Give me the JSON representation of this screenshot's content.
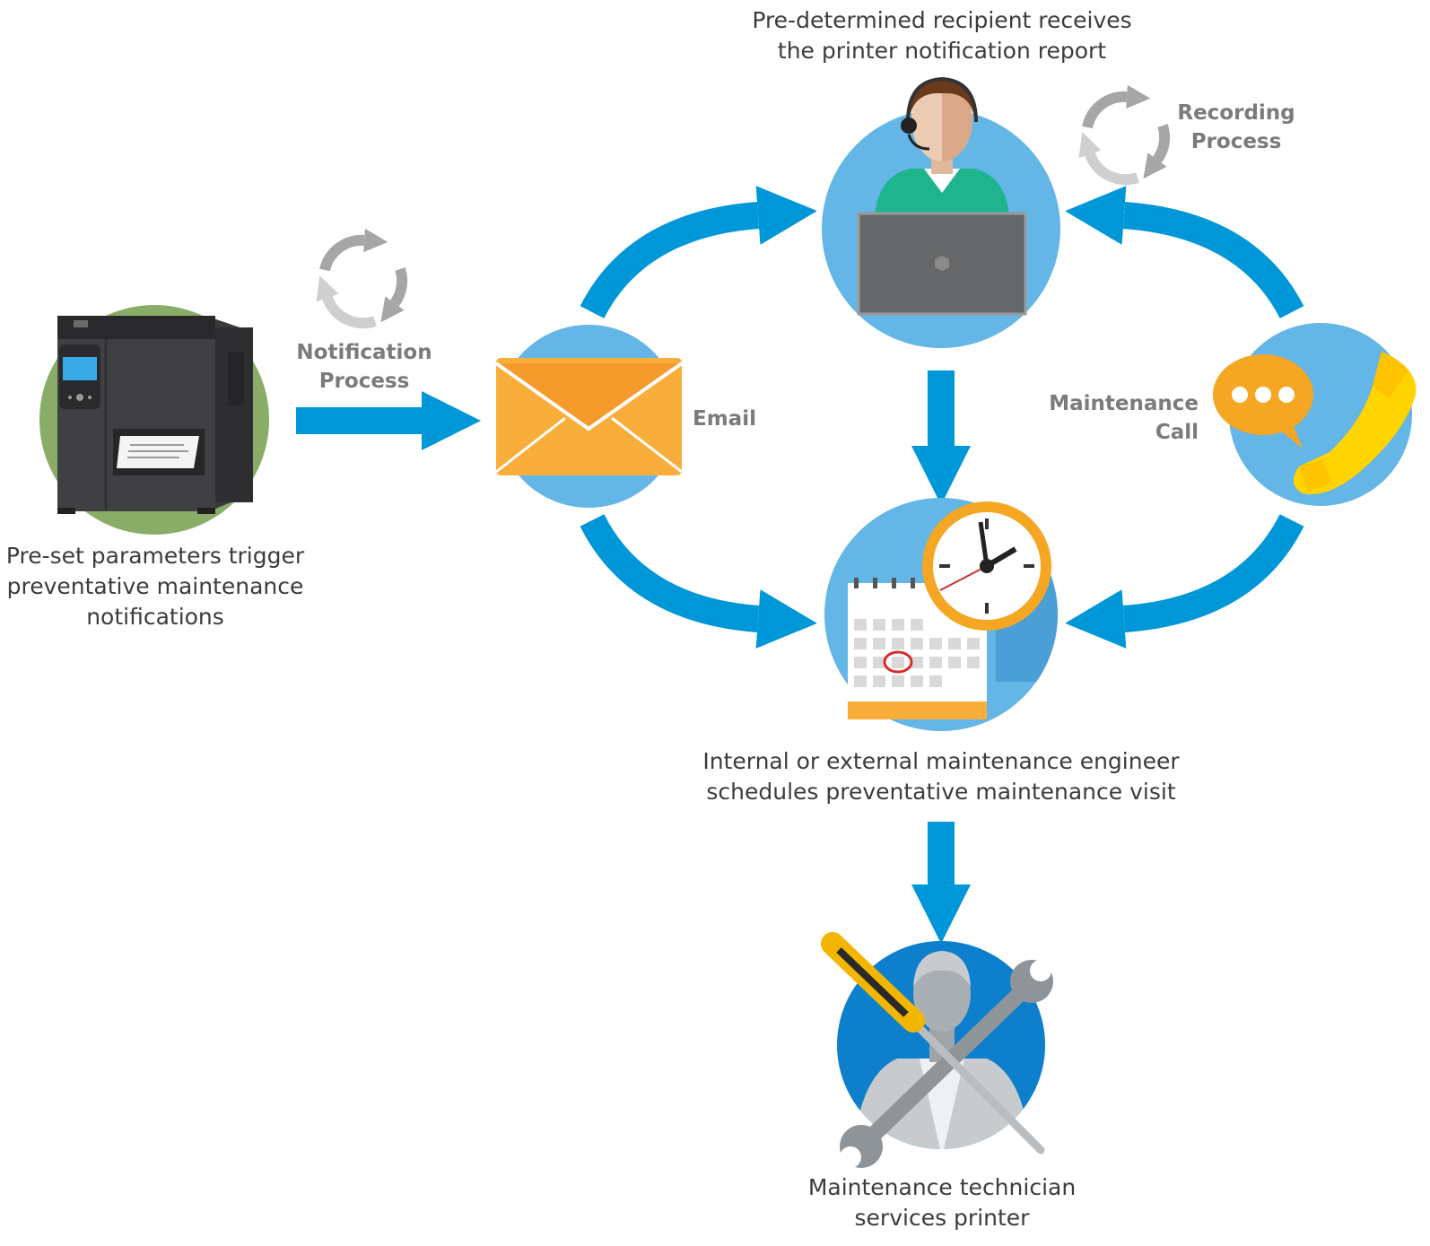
{
  "colors": {
    "arrow": "#0097d8",
    "circle_light": "#63b6e5",
    "circle_dark": "#0d7fcc",
    "printer_circle": "#89ad67",
    "envelope": "#f9ad3a",
    "cycle_gray": "#a6a6a6",
    "text": "#3c3c3c",
    "label_gray": "#7b7b7b"
  },
  "icons": [
    "printer-icon",
    "cycle-icon",
    "envelope-icon",
    "agent-with-laptop-icon",
    "speech-bubble-icon",
    "phone-icon",
    "calendar-icon",
    "clock-icon",
    "technician-icon",
    "screwdriver-icon",
    "wrench-icon"
  ],
  "nodes": {
    "printer": {
      "caption": [
        "Pre-set parameters trigger",
        "preventative maintenance",
        "notifications"
      ]
    },
    "notification": {
      "label": [
        "Notification",
        "Process"
      ]
    },
    "email": {
      "label": "Email"
    },
    "recipient": {
      "caption": [
        "Pre-determined recipient receives",
        "the printer notification report"
      ]
    },
    "recording": {
      "label": [
        "Recording",
        "Process"
      ]
    },
    "call": {
      "label": [
        "Maintenance",
        "Call"
      ]
    },
    "schedule": {
      "caption": [
        "Internal or external maintenance engineer",
        "schedules preventative maintenance visit"
      ]
    },
    "technician": {
      "caption": [
        "Maintenance technician",
        "services printer"
      ]
    }
  },
  "edges": [
    {
      "from": "printer",
      "to": "email"
    },
    {
      "from": "email",
      "to": "recipient"
    },
    {
      "from": "email",
      "to": "schedule"
    },
    {
      "from": "call",
      "to": "recipient"
    },
    {
      "from": "call",
      "to": "schedule"
    },
    {
      "from": "recipient",
      "to": "schedule"
    },
    {
      "from": "schedule",
      "to": "technician"
    }
  ]
}
